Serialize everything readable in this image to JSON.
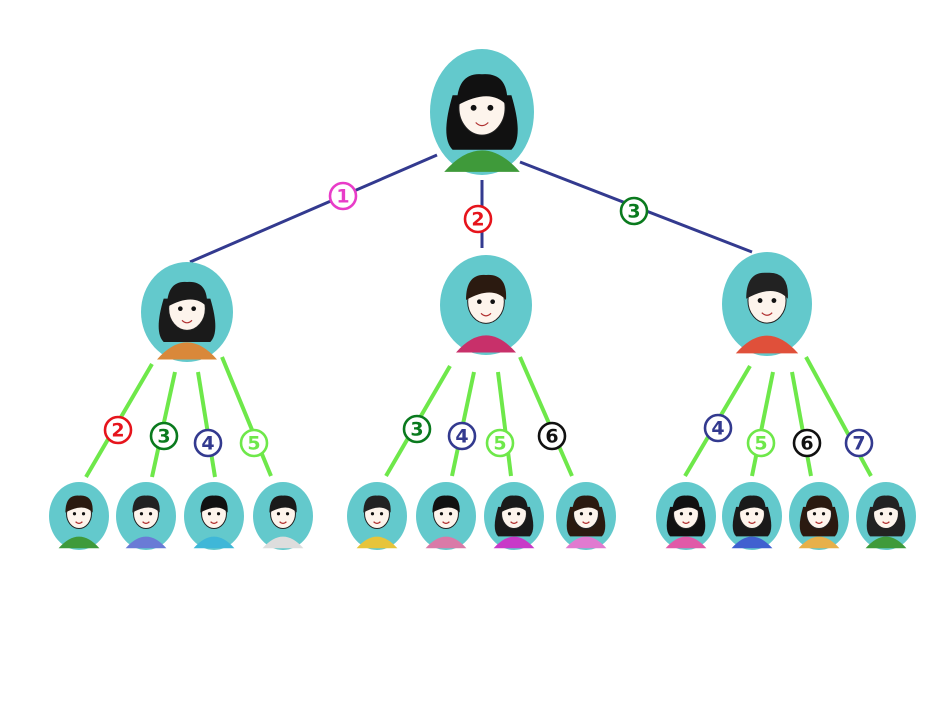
{
  "colors": {
    "background": "#ffffff",
    "avatar_fill": "#63c9cc",
    "top_edge": "#333a8f",
    "bottom_edge": "#6ee84a",
    "magenta": "#e83cc8",
    "red": "#e6141c",
    "dark_green": "#0a7a1e",
    "navy": "#333a8f",
    "light_green": "#6ee84a",
    "black": "#111111"
  },
  "root": {
    "icon": "girl-teacher-avatar-icon"
  },
  "groups": [
    {
      "parent_label": {
        "text": "1",
        "color": "magenta"
      },
      "icon": "girl-ponytail-avatar-icon",
      "child_labels": [
        {
          "text": "2",
          "color": "red"
        },
        {
          "text": "3",
          "color": "dark_green"
        },
        {
          "text": "4",
          "color": "navy"
        },
        {
          "text": "5",
          "color": "light_green"
        }
      ],
      "child_icons": [
        "boy-avatar-icon",
        "boy-avatar-icon",
        "boy-avatar-icon",
        "boy-avatar-icon"
      ]
    },
    {
      "parent_label": {
        "text": "2",
        "color": "red"
      },
      "icon": "boy-avatar-icon",
      "child_labels": [
        {
          "text": "3",
          "color": "dark_green"
        },
        {
          "text": "4",
          "color": "navy"
        },
        {
          "text": "5",
          "color": "light_green"
        },
        {
          "text": "6",
          "color": "black"
        }
      ],
      "child_icons": [
        "boy-avatar-icon",
        "boy-avatar-icon",
        "girl-avatar-icon",
        "girl-avatar-icon"
      ]
    },
    {
      "parent_label": {
        "text": "3",
        "color": "dark_green"
      },
      "icon": "boy-avatar-icon",
      "child_labels": [
        {
          "text": "4",
          "color": "navy"
        },
        {
          "text": "5",
          "color": "light_green"
        },
        {
          "text": "6",
          "color": "black"
        },
        {
          "text": "7",
          "color": "navy"
        }
      ],
      "child_icons": [
        "girl-avatar-icon",
        "girl-avatar-icon",
        "girl-avatar-icon",
        "girl-avatar-icon"
      ]
    }
  ]
}
